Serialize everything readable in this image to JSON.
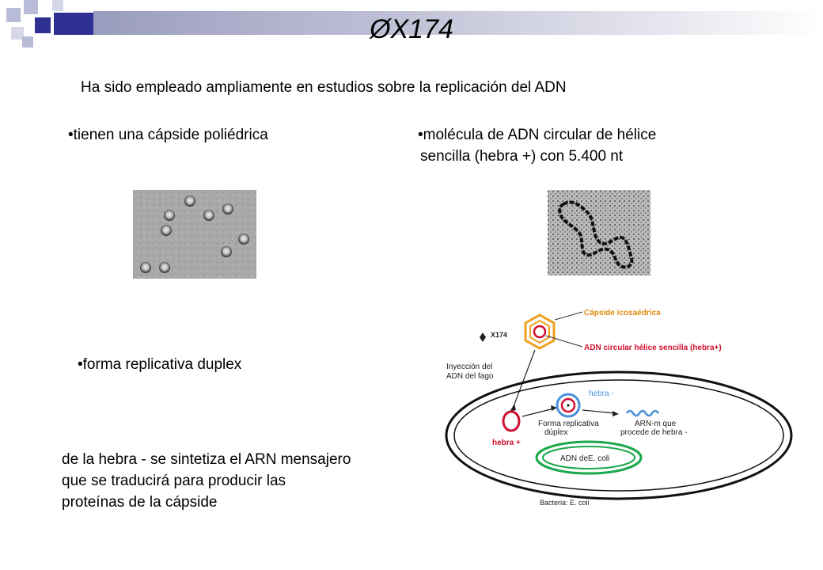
{
  "slide": {
    "title": "ØX174",
    "subtitle": "Ha sido empleado ampliamente en estudios sobre la replicación del ADN",
    "bullet_capsid": "•tienen una cápside poliédrica",
    "bullet_dna_line1": "•molécula de ADN circular de hélice",
    "bullet_dna_line2": "sencilla (hebra +) con 5.400 nt",
    "bullet_duplex": "•forma replicativa duplex",
    "note_line1": "de la hebra - se sintetiza el ARN mensajero",
    "note_line2": "que se traducirá para producir las",
    "note_line3": "proteínas de la cápside"
  },
  "diagram": {
    "label_phage": "X174",
    "label_capsid": "Cápside icosaédrica",
    "label_ssdna": "ADN circular hélice sencilla (hebra+)",
    "label_injection_1": "Inyección del",
    "label_injection_2": "ADN del fago",
    "label_plus": "hebra +",
    "label_minus": "hebra -",
    "label_rf_1": "Forma replicativa",
    "label_rf_2": "dúplex",
    "label_mrna_1": "ARN-m que",
    "label_mrna_2": "procede de hebra -",
    "label_ecoli_dna": "ADN deE. coli",
    "label_bacteria": "Bacteria: E. coli"
  },
  "colors": {
    "title_bar": "#9a9cbf",
    "deco_dark": "#2e3192",
    "deco_light": "#b9bcd9",
    "capsid": "#f0a020",
    "dna_red": "#d01030",
    "green": "#1aa84a",
    "blue": "#4a90d9"
  }
}
